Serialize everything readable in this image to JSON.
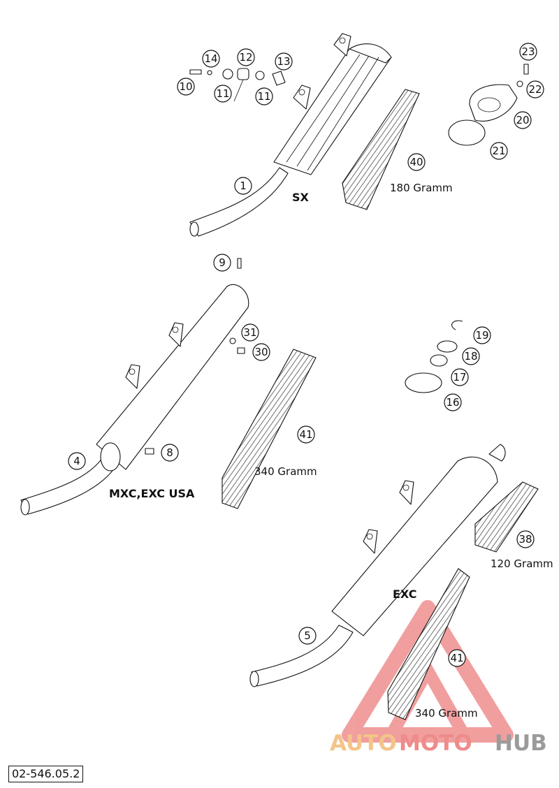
{
  "diagram": {
    "callouts": {
      "c1": "1",
      "c4": "4",
      "c5": "5",
      "c8": "8",
      "c9": "9",
      "c10": "10",
      "c11a": "11",
      "c11b": "11",
      "c12": "12",
      "c13": "13",
      "c14": "14",
      "c16": "16",
      "c17": "17",
      "c18": "18",
      "c19": "19",
      "c20": "20",
      "c21": "21",
      "c22": "22",
      "c23": "23",
      "c30": "30",
      "c31": "31",
      "c38": "38",
      "c40": "40",
      "c41a": "41",
      "c41b": "41"
    },
    "labels": {
      "sx": "SX",
      "mxc": "MXC,EXC USA",
      "exc": "EXC",
      "w180": "180 Gramm",
      "w340a": "340 Gramm",
      "w120": "120 Gramm",
      "w340b": "340 Gramm"
    },
    "doc_code": "02-546.05.2",
    "watermark": {
      "auto": "AUTO",
      "moto": "MOTO",
      "hub": "HUB",
      "colors": {
        "auto": "#f3c48a",
        "moto": "#ee8b8b",
        "hub": "#9b9b9b",
        "triangle": "#e65050"
      }
    }
  }
}
